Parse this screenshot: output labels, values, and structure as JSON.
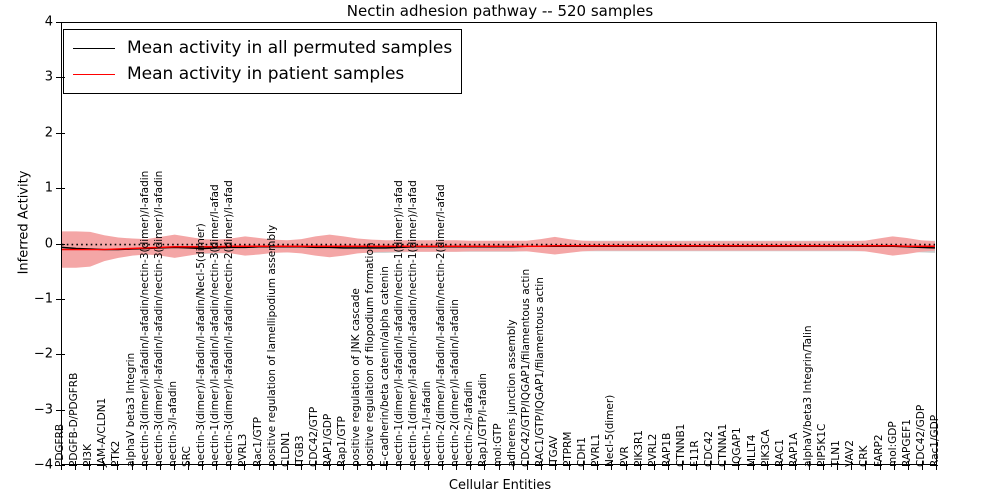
{
  "chart_data": {
    "type": "line",
    "title": "Nectin adhesion pathway -- 520 samples",
    "xlabel": "Cellular Entities",
    "ylabel": "Inferred Activity",
    "ylim": [
      -4,
      4
    ],
    "yticks": [
      -4,
      -3,
      -2,
      -1,
      0,
      1,
      2,
      3,
      4
    ],
    "grid": false,
    "legend_position": "upper left",
    "legend": [
      {
        "label": "Mean activity in all permuted samples",
        "color": "#000000"
      },
      {
        "label": "Mean activity in patient samples",
        "color": "#ff0000"
      }
    ],
    "band_colors": {
      "permuted": "#cccccc",
      "patient": "#f4a6a6"
    },
    "categories": [
      "PDGFRB",
      "PDGFB-D/PDGFRB",
      "PI3K",
      "JAM-A/CLDN1",
      "PTK2",
      "alphaV beta3 Integrin",
      "nectin-3(dimer)/l-afadin/l-afadin/nectin-3(dimer)/l-afadin",
      "nectin-3(dimer)/l-afadin/l-afadin/nectin-3(dimer)/l-afadin",
      "nectin-3/l-afadin",
      "SRC",
      "nectin-3(dimer)/l-afadin/l-afadin/Necl-5(dimer)",
      "nectin-1(dimer)/l-afadin/l-afadin/nectin-3(dimer/l-afad",
      "nectin-3(dimer)/l-afadin/l-afadin/nectin-2(dimer)/l-afad",
      "PVRL3",
      "Rac1/GTP",
      "positive regulation of lamellipodium assembly",
      "CLDN1",
      "ITGB3",
      "CDC42/GTP",
      "RAP1/GDP",
      "Rap1/GTP",
      "positive regulation of JNK cascade",
      "positive regulation of filopodium formation",
      "E-cadherin/beta catenin/alpha catenin",
      "nectin-1(dimer)/l-afadin/l-afadin/nectin-1(dimer)/l-afad",
      "nectin-1(dimer)/l-afadin/l-afadin/nectin-1(dimer)/l-afad",
      "nectin-1/l-afadin",
      "nectin-2(dimer)/l-afadin/l-afadin/nectin-2(dimer/l-afad",
      "nectin-2(dimer)/l-afadin/l-afadin",
      "nectin-2/l-afadin",
      "Rap1/GTP/l-afadin",
      "mol:GTP",
      "adherens junction assembly",
      "CDC42/GTP/IQGAP1/filamentous actin",
      "RAC1/GTP/IQGAP1/filamentous actin",
      "ITGAV",
      "PTPRM",
      "CDH1",
      "PVRL1",
      "Necl-5(dimer)",
      "PVR",
      "PIK3R1",
      "PVRL2",
      "RAP1B",
      "CTNNB1",
      "F11R",
      "CDC42",
      "CTNNA1",
      "IQGAP1",
      "MLLT4",
      "PIK3CA",
      "RAC1",
      "RAP1A",
      "alphaV/beta3 Integrin/Talin",
      "PIP5K1C",
      "TLN1",
      "VAV2",
      "CRK",
      "FARP2",
      "mol:GDP",
      "RAPGEF1",
      "CDC42/GDP",
      "Rac1/GDP"
    ],
    "series": [
      {
        "name": "Mean activity in all permuted samples",
        "color": "#000000",
        "style": "solid",
        "values": [
          -0.07,
          -0.09,
          -0.1,
          -0.11,
          -0.11,
          -0.1,
          -0.09,
          -0.08,
          -0.07,
          -0.08,
          -0.09,
          -0.08,
          -0.07,
          -0.07,
          -0.06,
          -0.06,
          -0.06,
          -0.06,
          -0.07,
          -0.07,
          -0.08,
          -0.08,
          -0.08,
          -0.08,
          -0.07,
          -0.06,
          -0.06,
          -0.06,
          -0.06,
          -0.06,
          -0.06,
          -0.06,
          -0.06,
          -0.05,
          -0.05,
          -0.05,
          -0.05,
          -0.05,
          -0.05,
          -0.05,
          -0.05,
          -0.05,
          -0.05,
          -0.05,
          -0.05,
          -0.05,
          -0.05,
          -0.05,
          -0.05,
          -0.05,
          -0.05,
          -0.05,
          -0.05,
          -0.05,
          -0.05,
          -0.05,
          -0.05,
          -0.05,
          -0.05,
          -0.05,
          -0.06,
          -0.07,
          -0.08
        ]
      },
      {
        "name": "Permuted median (dotted)",
        "color": "#000000",
        "style": "dotted",
        "values": [
          -0.02,
          -0.02,
          -0.02,
          -0.02,
          -0.02,
          -0.02,
          -0.02,
          -0.02,
          -0.02,
          -0.02,
          -0.02,
          -0.02,
          -0.02,
          -0.02,
          -0.02,
          -0.02,
          -0.02,
          -0.02,
          -0.02,
          -0.02,
          -0.02,
          -0.02,
          -0.02,
          -0.02,
          -0.02,
          -0.02,
          -0.02,
          -0.02,
          -0.02,
          -0.02,
          -0.02,
          -0.02,
          -0.02,
          -0.02,
          -0.02,
          -0.02,
          -0.02,
          -0.02,
          -0.02,
          -0.02,
          -0.02,
          -0.02,
          -0.02,
          -0.02,
          -0.02,
          -0.02,
          -0.02,
          -0.02,
          -0.02,
          -0.02,
          -0.02,
          -0.02,
          -0.02,
          -0.02,
          -0.02,
          -0.02,
          -0.02,
          -0.02,
          -0.02,
          -0.02,
          -0.02,
          -0.02,
          -0.02
        ]
      },
      {
        "name": "Mean activity in patient samples",
        "color": "#ff0000",
        "style": "solid",
        "values": [
          -0.11,
          -0.11,
          -0.11,
          -0.11,
          -0.1,
          -0.09,
          -0.08,
          -0.07,
          -0.06,
          -0.06,
          -0.06,
          -0.06,
          -0.05,
          -0.05,
          -0.05,
          -0.05,
          -0.05,
          -0.05,
          -0.05,
          -0.05,
          -0.05,
          -0.05,
          -0.05,
          -0.05,
          -0.05,
          -0.05,
          -0.05,
          -0.05,
          -0.05,
          -0.05,
          -0.05,
          -0.05,
          -0.05,
          -0.05,
          -0.05,
          -0.04,
          -0.04,
          -0.04,
          -0.04,
          -0.04,
          -0.04,
          -0.04,
          -0.04,
          -0.04,
          -0.04,
          -0.04,
          -0.04,
          -0.04,
          -0.04,
          -0.04,
          -0.04,
          -0.04,
          -0.04,
          -0.04,
          -0.04,
          -0.04,
          -0.04,
          -0.04,
          -0.04,
          -0.04,
          -0.05,
          -0.05,
          -0.05
        ]
      }
    ],
    "bands": [
      {
        "name": "permuted-band",
        "color": "#cccccc",
        "upper": [
          0.02,
          0.02,
          0.02,
          0.02,
          0.02,
          0.02,
          0.02,
          0.02,
          0.02,
          0.02,
          0.03,
          0.03,
          0.03,
          0.03,
          0.03,
          0.03,
          0.03,
          0.03,
          0.03,
          0.03,
          0.03,
          0.03,
          0.03,
          0.03,
          0.03,
          0.03,
          0.03,
          0.03,
          0.03,
          0.03,
          0.03,
          0.03,
          0.03,
          0.03,
          0.04,
          0.05,
          0.05,
          0.05,
          0.05,
          0.05,
          0.05,
          0.05,
          0.05,
          0.05,
          0.05,
          0.05,
          0.05,
          0.05,
          0.05,
          0.05,
          0.05,
          0.05,
          0.05,
          0.05,
          0.05,
          0.05,
          0.05,
          0.05,
          0.05,
          0.05,
          0.05,
          0.05,
          0.05
        ],
        "lower": [
          -0.17,
          -0.19,
          -0.2,
          -0.21,
          -0.21,
          -0.2,
          -0.19,
          -0.18,
          -0.18,
          -0.18,
          -0.19,
          -0.18,
          -0.17,
          -0.17,
          -0.16,
          -0.16,
          -0.16,
          -0.16,
          -0.17,
          -0.17,
          -0.17,
          -0.17,
          -0.17,
          -0.17,
          -0.16,
          -0.15,
          -0.15,
          -0.15,
          -0.15,
          -0.15,
          -0.15,
          -0.15,
          -0.15,
          -0.14,
          -0.14,
          -0.14,
          -0.14,
          -0.14,
          -0.14,
          -0.14,
          -0.14,
          -0.14,
          -0.14,
          -0.14,
          -0.14,
          -0.14,
          -0.14,
          -0.14,
          -0.14,
          -0.14,
          -0.14,
          -0.14,
          -0.14,
          -0.14,
          -0.14,
          -0.14,
          -0.14,
          -0.14,
          -0.14,
          -0.14,
          -0.15,
          -0.16,
          -0.17
        ]
      },
      {
        "name": "patient-band",
        "color": "#f4a6a6",
        "upper": [
          0.22,
          0.22,
          0.21,
          0.15,
          0.11,
          0.09,
          0.08,
          0.12,
          0.16,
          0.12,
          0.08,
          0.07,
          0.09,
          0.13,
          0.1,
          0.07,
          0.06,
          0.08,
          0.13,
          0.16,
          0.13,
          0.09,
          0.07,
          0.06,
          0.06,
          0.06,
          0.06,
          0.06,
          0.06,
          0.05,
          0.05,
          0.05,
          0.05,
          0.05,
          0.08,
          0.12,
          0.08,
          0.05,
          0.04,
          0.04,
          0.04,
          0.04,
          0.04,
          0.04,
          0.04,
          0.04,
          0.04,
          0.04,
          0.04,
          0.04,
          0.04,
          0.04,
          0.04,
          0.04,
          0.04,
          0.04,
          0.04,
          0.05,
          0.09,
          0.13,
          0.1,
          0.06,
          0.04
        ],
        "lower": [
          -0.44,
          -0.44,
          -0.42,
          -0.32,
          -0.26,
          -0.22,
          -0.2,
          -0.22,
          -0.26,
          -0.22,
          -0.18,
          -0.17,
          -0.18,
          -0.22,
          -0.2,
          -0.17,
          -0.16,
          -0.18,
          -0.22,
          -0.25,
          -0.22,
          -0.18,
          -0.16,
          -0.15,
          -0.15,
          -0.15,
          -0.15,
          -0.15,
          -0.15,
          -0.14,
          -0.14,
          -0.14,
          -0.14,
          -0.14,
          -0.17,
          -0.2,
          -0.17,
          -0.14,
          -0.13,
          -0.13,
          -0.13,
          -0.13,
          -0.13,
          -0.13,
          -0.13,
          -0.13,
          -0.13,
          -0.13,
          -0.13,
          -0.13,
          -0.13,
          -0.13,
          -0.13,
          -0.13,
          -0.13,
          -0.13,
          -0.13,
          -0.14,
          -0.18,
          -0.22,
          -0.19,
          -0.15,
          -0.13
        ]
      }
    ]
  }
}
